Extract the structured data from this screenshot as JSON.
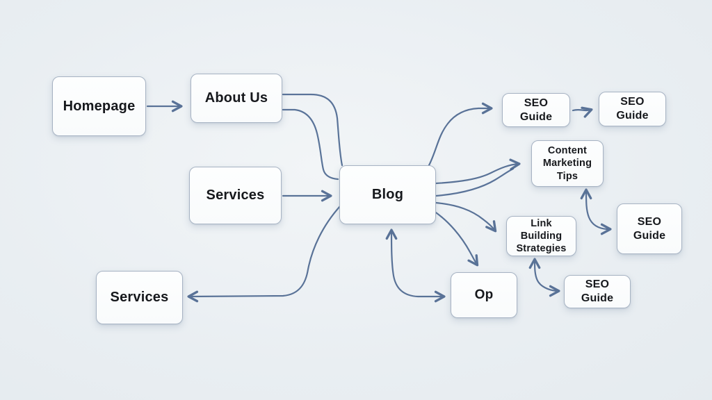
{
  "diagram": {
    "type": "sitemap-flowchart",
    "colors": {
      "background": "#e9eef2",
      "node_fill": "#fbfdfe",
      "node_border": "#a7b3c3",
      "edge": "#4d6890",
      "text": "#16181c"
    },
    "nodes": [
      {
        "id": "homepage",
        "label": "Homepage"
      },
      {
        "id": "about-us",
        "label": "About Us"
      },
      {
        "id": "services",
        "label": "Services"
      },
      {
        "id": "blog",
        "label": "Blog"
      },
      {
        "id": "services-2",
        "label": "Services"
      },
      {
        "id": "seo-guide-1",
        "label": "SEO Guide"
      },
      {
        "id": "seo-guide-2",
        "label": "SEO Guide"
      },
      {
        "id": "content-marketing-tips",
        "label": "Content Marketing Tips"
      },
      {
        "id": "link-building-strategies",
        "label": "Link Building Strategies"
      },
      {
        "id": "seo-guide-3",
        "label": "SEO Guide"
      },
      {
        "id": "seo-guide-4",
        "label": "SEO Guide"
      },
      {
        "id": "op",
        "label": "Op"
      }
    ],
    "edges": [
      {
        "from": "homepage",
        "to": "about-us"
      },
      {
        "from": "about-us",
        "to": "blog"
      },
      {
        "from": "about-us",
        "to": "blog"
      },
      {
        "from": "services",
        "to": "blog"
      },
      {
        "from": "blog",
        "to": "seo-guide-1"
      },
      {
        "from": "seo-guide-1",
        "to": "seo-guide-2"
      },
      {
        "from": "blog",
        "to": "content-marketing-tips"
      },
      {
        "from": "blog",
        "to": "content-marketing-tips"
      },
      {
        "from": "blog",
        "to": "link-building-strategies"
      },
      {
        "from": "blog",
        "to": "op"
      },
      {
        "from": "blog",
        "to": "op",
        "style": "double-arrow"
      },
      {
        "from": "blog",
        "to": "services-2"
      },
      {
        "from": "content-marketing-tips",
        "to": "seo-guide-3",
        "style": "double-arrow"
      },
      {
        "from": "link-building-strategies",
        "to": "seo-guide-4",
        "style": "double-arrow"
      }
    ]
  }
}
